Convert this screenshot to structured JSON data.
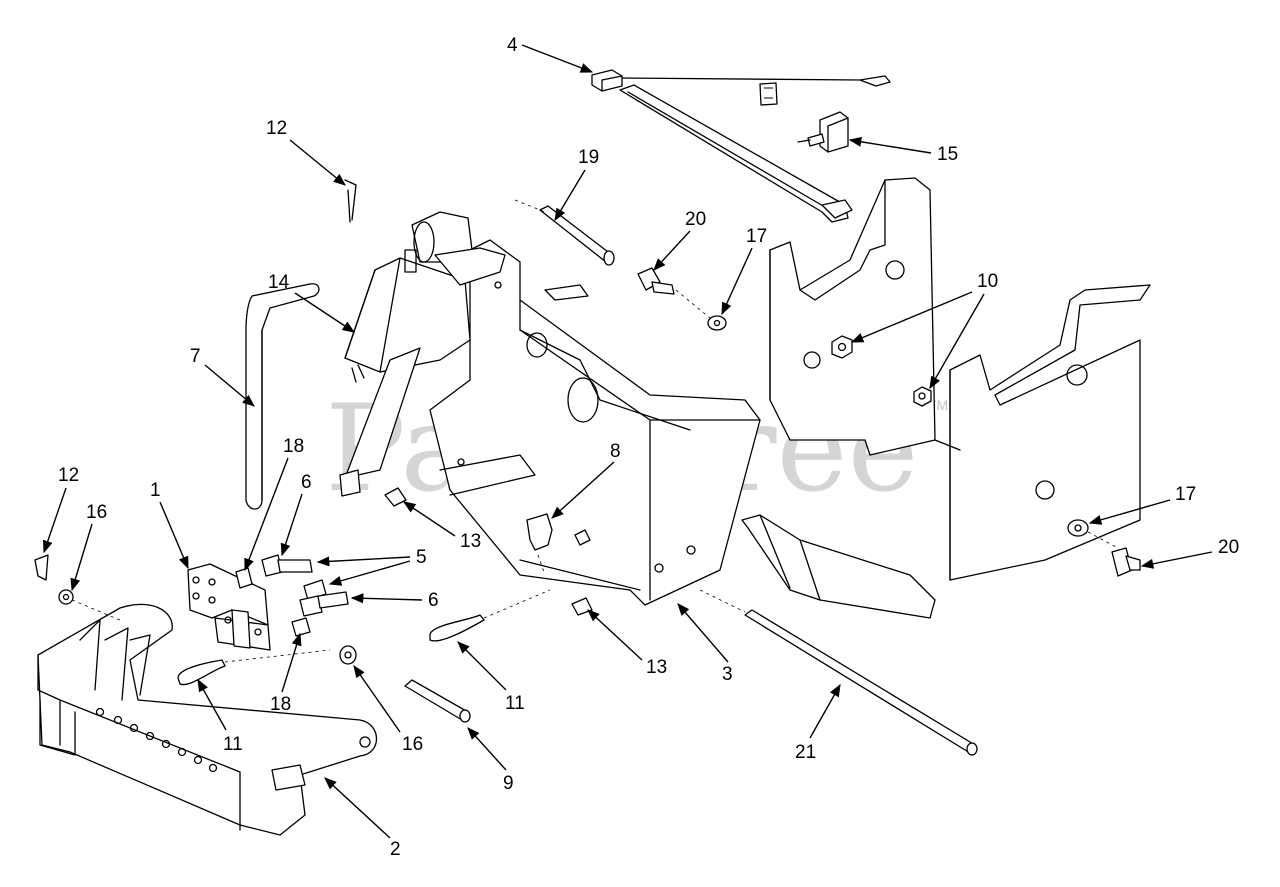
{
  "watermark": {
    "text": "PartsTree",
    "tm": "TM"
  },
  "callouts": [
    "1",
    "2",
    "3",
    "4",
    "5",
    "6",
    "6",
    "7",
    "8",
    "9",
    "10",
    "11",
    "11",
    "12",
    "12",
    "13",
    "13",
    "14",
    "15",
    "16",
    "16",
    "17",
    "17",
    "18",
    "18",
    "19",
    "20",
    "20",
    "21"
  ],
  "colors": {
    "line": "#000000",
    "watermark": "#b3b3b3",
    "background": "#ffffff"
  }
}
